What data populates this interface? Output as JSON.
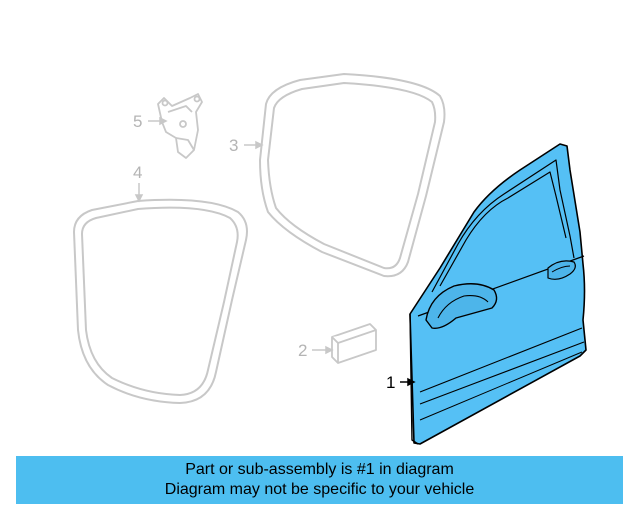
{
  "colors": {
    "highlight": "#4dbef0",
    "part_fill": "#55c0f5",
    "ghost_stroke": "#c8c8c8",
    "ghost_label": "#b4b4b4",
    "primary_stroke": "#000000"
  },
  "callouts": {
    "part1": "1",
    "part2": "2",
    "part3": "3",
    "part4": "4",
    "part5": "5"
  },
  "banner": {
    "line1": "Part or sub-assembly is #1 in diagram",
    "line2": "Diagram may not be specific to your vehicle"
  }
}
